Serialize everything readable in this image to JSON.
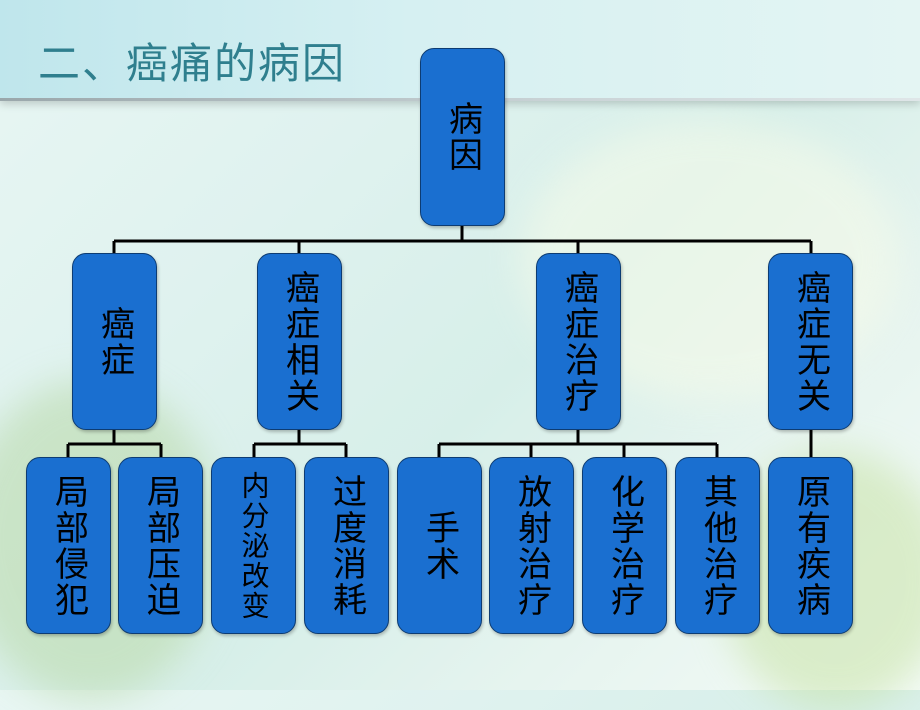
{
  "slide_title": "二、癌痛的病因",
  "root": {
    "label": "病因"
  },
  "categories": [
    {
      "label": "癌症"
    },
    {
      "label": "癌症相关"
    },
    {
      "label": "癌症治疗"
    },
    {
      "label": "癌症无关"
    }
  ],
  "leaves": [
    {
      "label": "局部侵犯"
    },
    {
      "label": "局部压迫"
    },
    {
      "label": "内分泌改变"
    },
    {
      "label": "过度消耗"
    },
    {
      "label": "手术"
    },
    {
      "label": "放射治疗"
    },
    {
      "label": "化学治疗"
    },
    {
      "label": "其他治疗"
    },
    {
      "label": "原有疾病"
    }
  ],
  "colors": {
    "node_fill": "#1a6fd0",
    "node_border": "#0d3c73",
    "title_text": "#2f7f8e"
  }
}
